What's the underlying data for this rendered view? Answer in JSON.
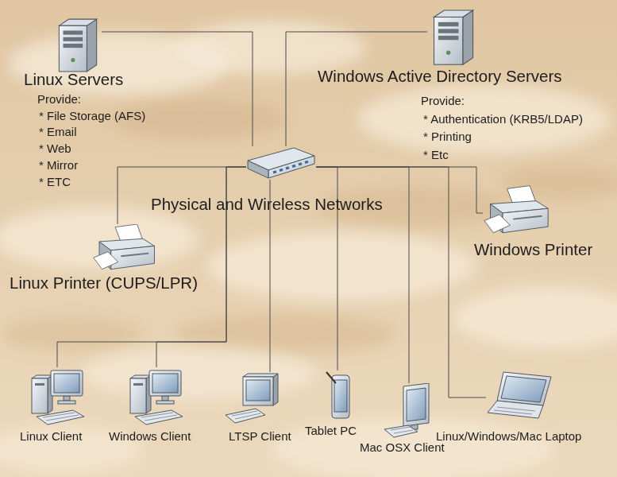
{
  "diagram": {
    "nodes": [
      {
        "text": [
          "Linux Servers",
          "Provide:",
          "* File Storage (AFS)",
          "* Email",
          "* Web",
          "* Mirror",
          "* ETC"
        ]
      },
      {
        "text": [
          "Windows Active Directory Servers",
          "Provide:",
          "* Authentication (KRB5/LDAP)",
          "* Printing",
          "* Etc"
        ]
      },
      {
        "text": [
          "Physical and Wireless Networks"
        ]
      },
      {
        "text": [
          "Linux Printer (CUPS/LPR)"
        ]
      },
      {
        "text": [
          "Windows Printer"
        ]
      },
      {
        "text": [
          "Linux Client"
        ]
      },
      {
        "text": [
          "Windows Client"
        ]
      },
      {
        "text": [
          "LTSP Client"
        ]
      },
      {
        "text": [
          "Tablet PC"
        ]
      },
      {
        "text": [
          "Mac OSX Client"
        ]
      },
      {
        "text": [
          "Linux/Windows/Mac Laptop"
        ]
      }
    ],
    "edges": [
      {
        "from": 2,
        "to": 0,
        "arrow": "none"
      },
      {
        "from": 2,
        "to": 1,
        "arrow": "none"
      },
      {
        "from": 2,
        "to": 3,
        "arrow": "none"
      },
      {
        "from": 2,
        "to": 4,
        "arrow": "none"
      },
      {
        "from": 2,
        "to": 5,
        "arrow": "none"
      },
      {
        "from": 2,
        "to": 6,
        "arrow": "none"
      },
      {
        "from": 2,
        "to": 7,
        "arrow": "none"
      },
      {
        "from": 2,
        "to": 8,
        "arrow": "none"
      },
      {
        "from": 2,
        "to": 9,
        "arrow": "none"
      },
      {
        "from": 2,
        "to": 10,
        "arrow": "none"
      }
    ]
  }
}
